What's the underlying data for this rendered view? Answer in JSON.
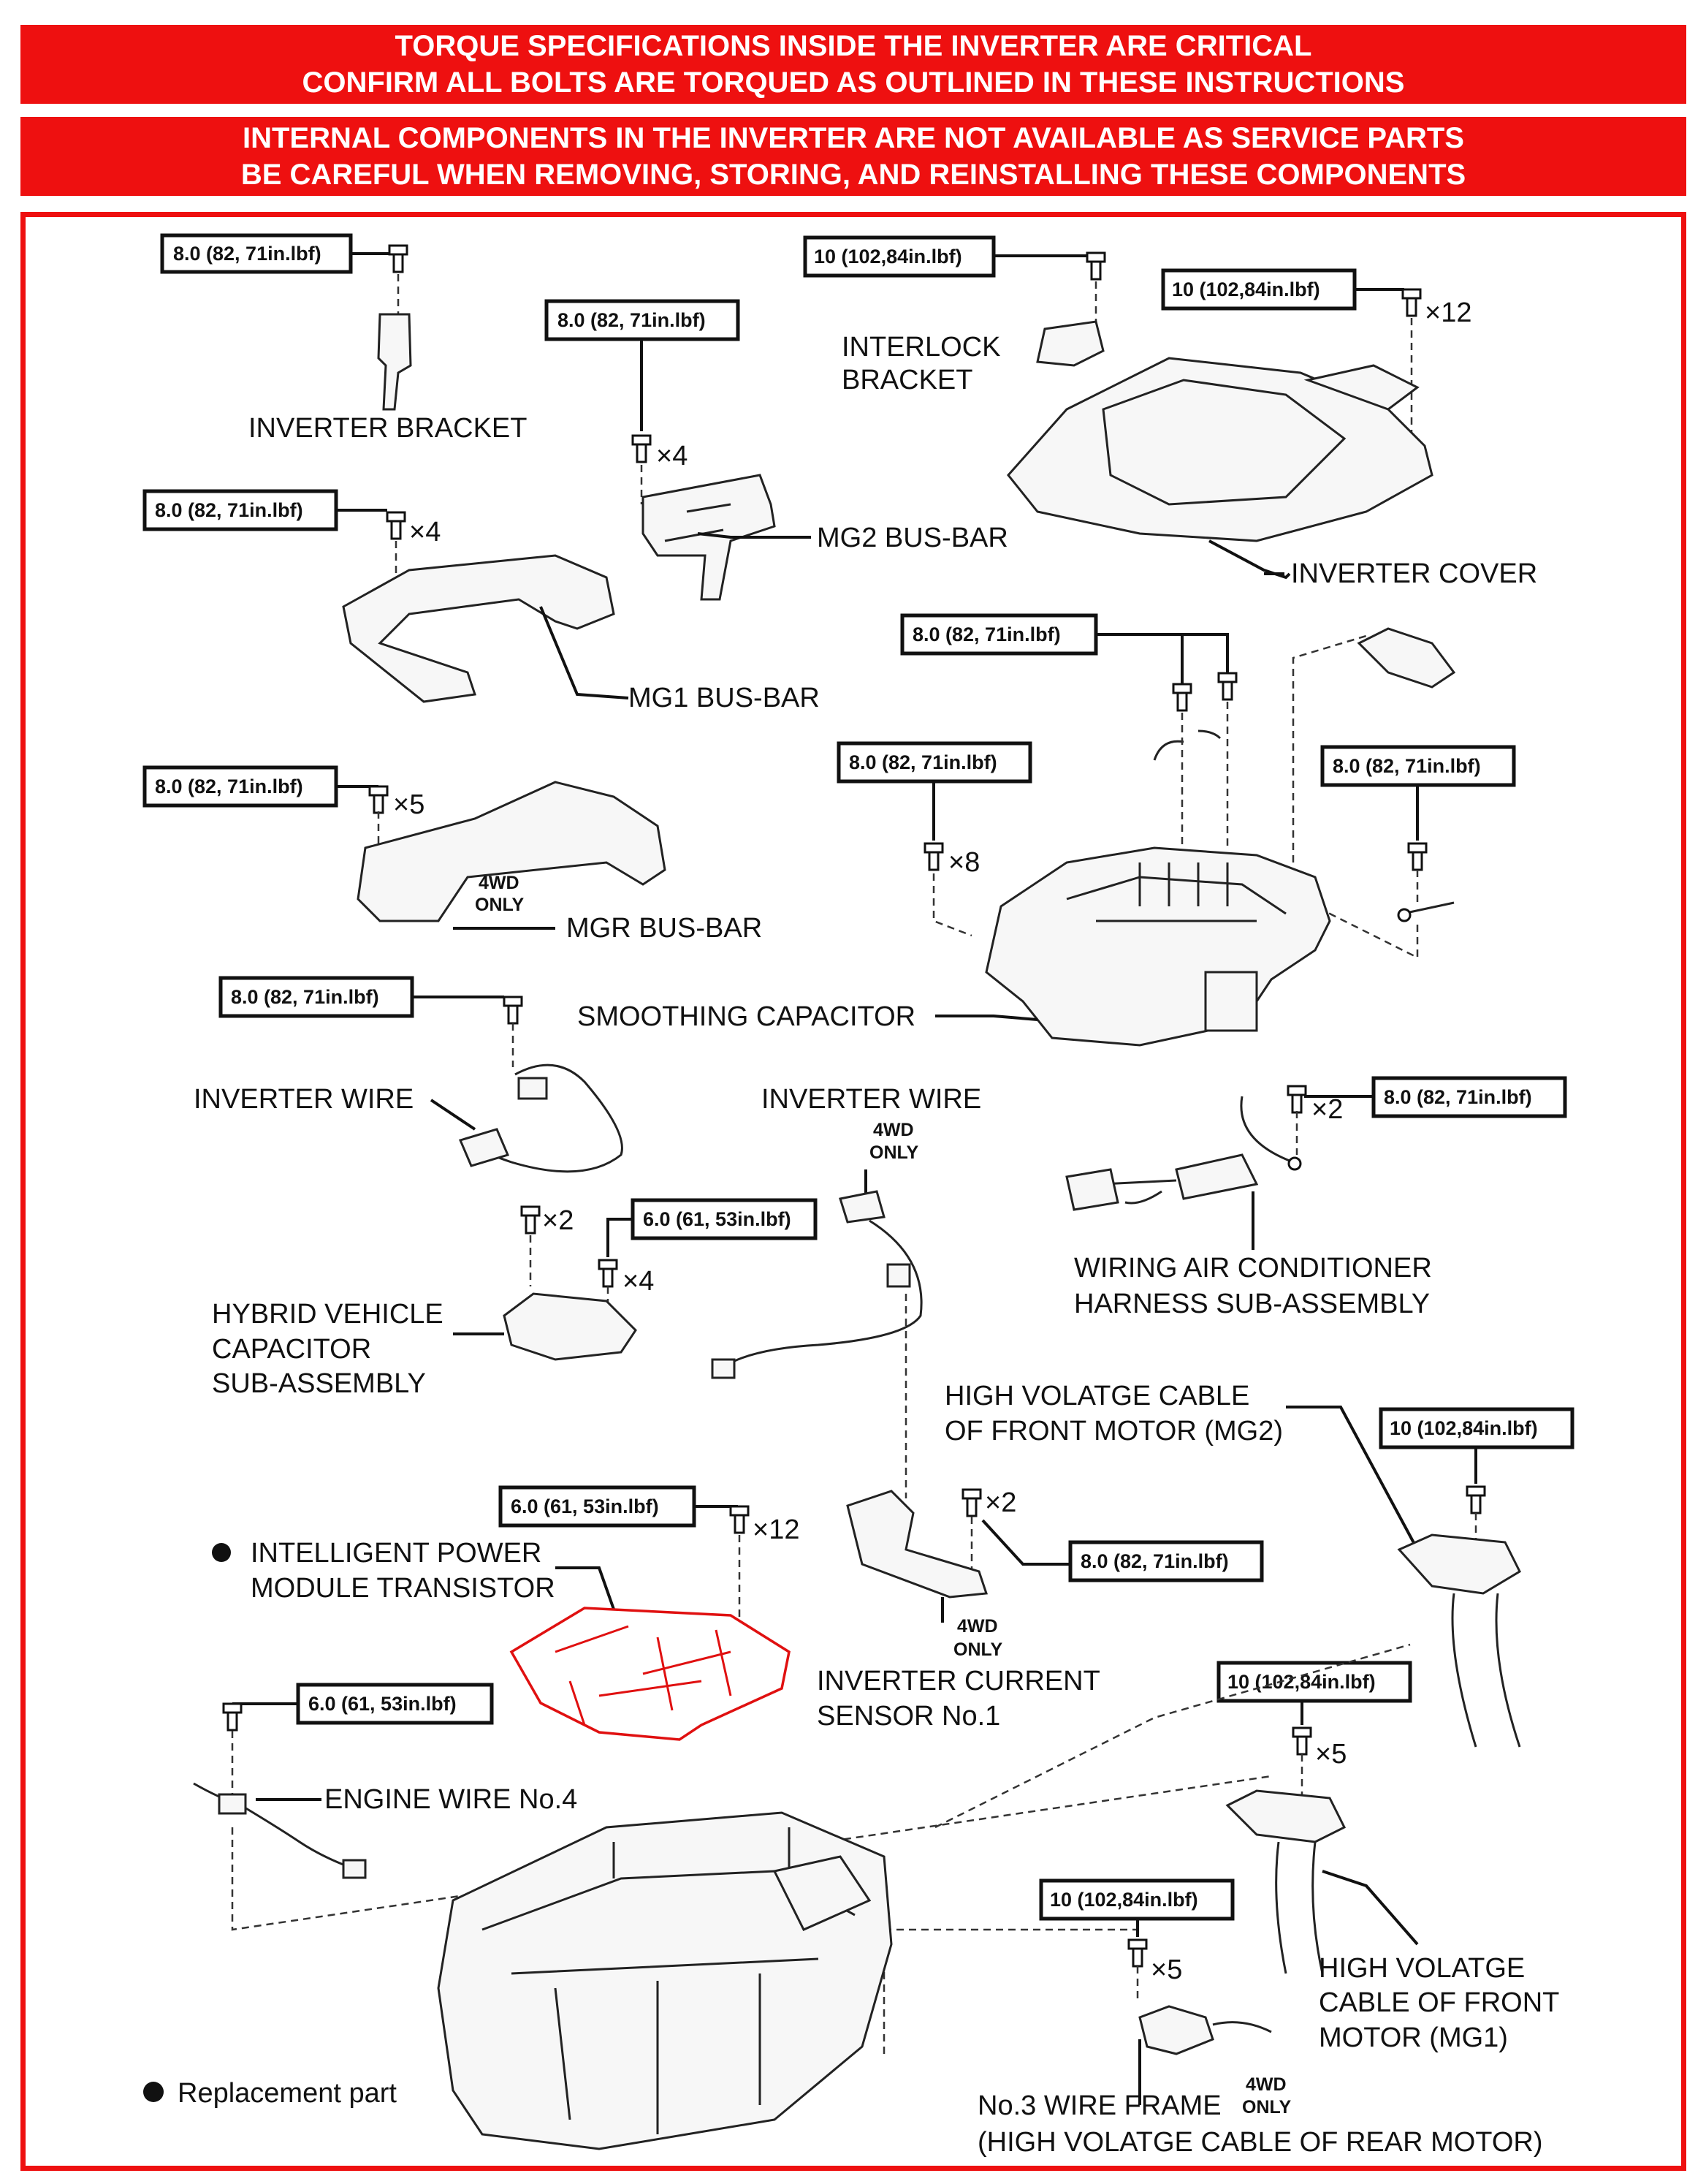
{
  "banners": {
    "top": {
      "line1": "TORQUE SPECIFICATIONS INSIDE THE INVERTER ARE CRITICAL",
      "line2": "CONFIRM ALL BOLTS ARE TORQUED AS OUTLINED IN THESE INSTRUCTIONS"
    },
    "second": {
      "line1": "INTERNAL COMPONENTS IN THE INVERTER ARE NOT AVAILABLE AS SERVICE PARTS",
      "line2": "BE CAREFUL WHEN REMOVING, STORING, AND REINSTALLING THESE COMPONENTS"
    }
  },
  "colors": {
    "banner": "#ee1010",
    "highlight_part": "#e01010"
  },
  "torque": {
    "t8": "8.0 (82, 71in.lbf)",
    "t10": "10 (102,84in.lbf)",
    "t6": "6.0 (61, 53in.lbf)"
  },
  "qty": {
    "x2": "×2",
    "x4": "×4",
    "x5": "×5",
    "x8": "×8",
    "x12": "×12"
  },
  "parts": {
    "inverter_bracket": "INVERTER BRACKET",
    "interlock_bracket_1": "INTERLOCK",
    "interlock_bracket_2": "BRACKET",
    "mg2_busbar": "MG2 BUS-BAR",
    "inverter_cover": "INVERTER COVER",
    "mg1_busbar": "MG1 BUS-BAR",
    "mgr_busbar": "MGR BUS-BAR",
    "smoothing_capacitor": "SMOOTHING CAPACITOR",
    "inverter_wire_left": "INVERTER WIRE",
    "inverter_wire_center": "INVERTER WIRE",
    "wiring_ac_1": "WIRING AIR CONDITIONER",
    "wiring_ac_2": "HARNESS SUB-ASSEMBLY",
    "hv_capacitor_1": "HYBRID VEHICLE",
    "hv_capacitor_2": "CAPACITOR",
    "hv_capacitor_3": "SUB-ASSEMBLY",
    "hv_cable_mg2_1": "HIGH VOLATGE CABLE",
    "hv_cable_mg2_2": "OF FRONT MOTOR (MG2)",
    "ipm_1": "INTELLIGENT POWER",
    "ipm_2": "MODULE TRANSISTOR",
    "current_sensor_1": "INVERTER CURRENT",
    "current_sensor_2": "SENSOR No.1",
    "engine_wire": "ENGINE WIRE No.4",
    "hv_cable_mg1_1": "HIGH VOLATGE",
    "hv_cable_mg1_2": "CABLE OF FRONT",
    "hv_cable_mg1_3": "MOTOR (MG1)",
    "wire_frame_1": "No.3 WIRE FRAME",
    "wire_frame_2": "(HIGH VOLATGE CABLE OF REAR MOTOR)"
  },
  "fourwd": {
    "line1": "4WD",
    "line2": "ONLY"
  },
  "legend": {
    "replacement": "Replacement part"
  }
}
